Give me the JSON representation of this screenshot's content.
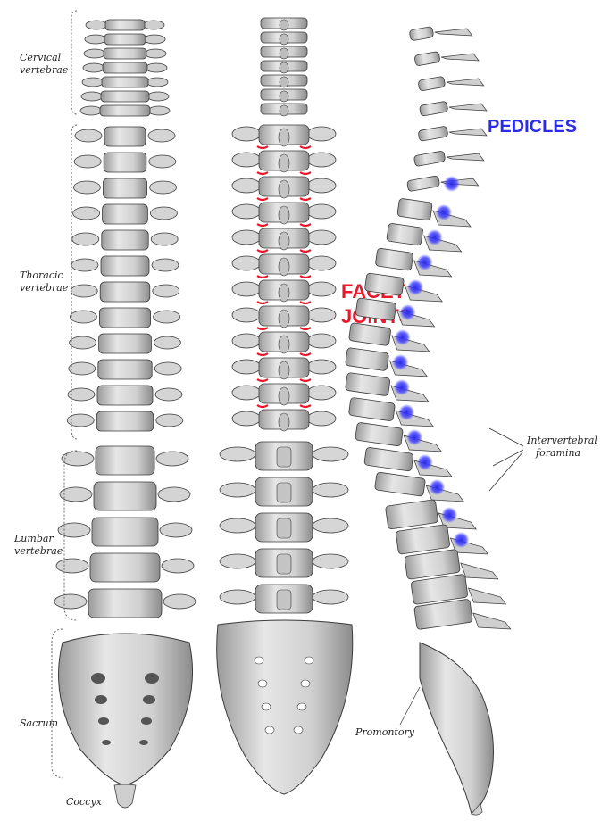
{
  "labels": {
    "cervical_line1": "Cervical",
    "cervical_line2": "vertebrae",
    "thoracic_line1": "Thoracic",
    "thoracic_line2": "vertebrae",
    "lumbar_line1": "Lumbar",
    "lumbar_line2": "vertebrae",
    "sacrum": "Sacrum",
    "coccyx": "Coccyx",
    "facet_line1": "FACET",
    "facet_line2": "JOINTS",
    "pedicles": "PEDICLES",
    "foramina_line1": "Intervertebral",
    "foramina_line2": "foramina",
    "promontory": "Promontory"
  },
  "colors": {
    "facet_highlight": "#e8192c",
    "pedicle_highlight": "#2a2ae8",
    "bone": "#d9d9d9",
    "bone_shadow": "#8a8a8a",
    "outline": "#3a3a3a"
  }
}
